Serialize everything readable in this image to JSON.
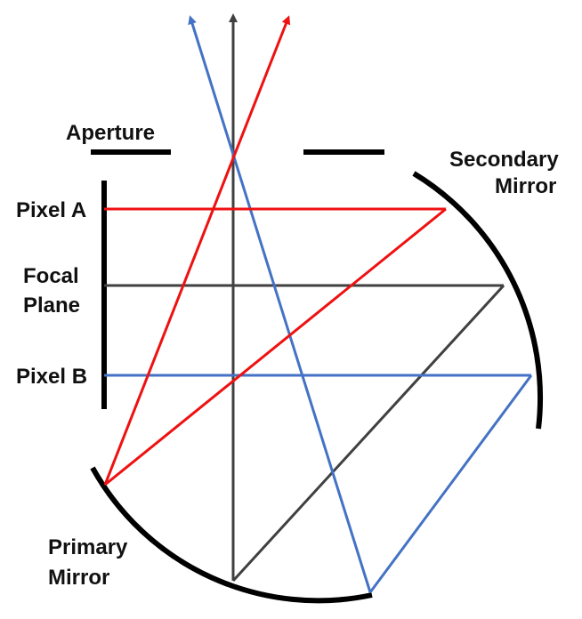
{
  "labels": {
    "aperture": "Aperture",
    "secondary_mirror_line1": "Secondary",
    "secondary_mirror_line2": "Mirror",
    "pixel_a": "Pixel A",
    "focal_plane_line1": "Focal",
    "focal_plane_line2": "Plane",
    "pixel_b": "Pixel B",
    "primary_mirror_line1": "Primary",
    "primary_mirror_line2": "Mirror"
  },
  "colors": {
    "red_ray": "#ee1111",
    "blue_ray": "#4472c4",
    "gray_ray": "#404040",
    "structure": "#000000"
  }
}
